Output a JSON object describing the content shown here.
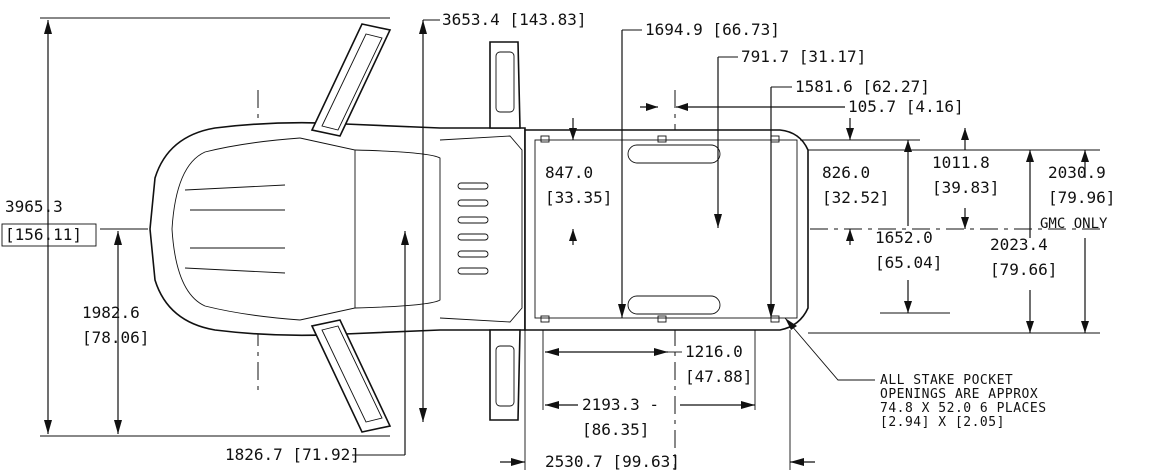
{
  "diagram": {
    "dimensions": [
      {
        "id": "overall-width",
        "text": "3965.3",
        "sub": "[156.11]"
      },
      {
        "id": "mirror-width",
        "text": "3653.4 [143.83]"
      },
      {
        "id": "rear-axle-to-box-end",
        "text": "1694.9 [66.73]"
      },
      {
        "id": "box-center-offset",
        "text": "791.7 [31.17]"
      },
      {
        "id": "box-inner-length",
        "text": "1581.6 [62.27]"
      },
      {
        "id": "pocket-offset",
        "text": "105.7 [4.16]"
      },
      {
        "id": "box-half-front",
        "text": "847.0",
        "sub": "[33.35]"
      },
      {
        "id": "box-half-rear",
        "text": "826.0",
        "sub": "[32.52]"
      },
      {
        "id": "half-width-outer",
        "text": "1011.8",
        "sub": "[39.83]"
      },
      {
        "id": "full-width-gmc",
        "text": "2030.9",
        "sub": "[79.96]",
        "sub2": "GMC ONLY"
      },
      {
        "id": "full-width",
        "text": "2023.4",
        "sub": "[79.66]"
      },
      {
        "id": "half-box-width",
        "text": "1652.0",
        "sub": "[65.04]"
      },
      {
        "id": "half-overall",
        "text": "1982.6",
        "sub": "[78.06]"
      },
      {
        "id": "bed-length-a",
        "text": "1216.0",
        "sub": "[47.88]"
      },
      {
        "id": "bed-length-b",
        "text": "2193.3 -",
        "sub": "[86.35]"
      },
      {
        "id": "front-overhang",
        "text": "1826.7 [71.92]"
      },
      {
        "id": "box-length",
        "text": "2530.7 [99.63]"
      }
    ],
    "note": {
      "lines": [
        "ALL STAKE POCKET",
        "OPENINGS ARE APPROX",
        "74.8 X 52.0 6 PLACES",
        "[2.94] X [2.05]"
      ]
    }
  }
}
